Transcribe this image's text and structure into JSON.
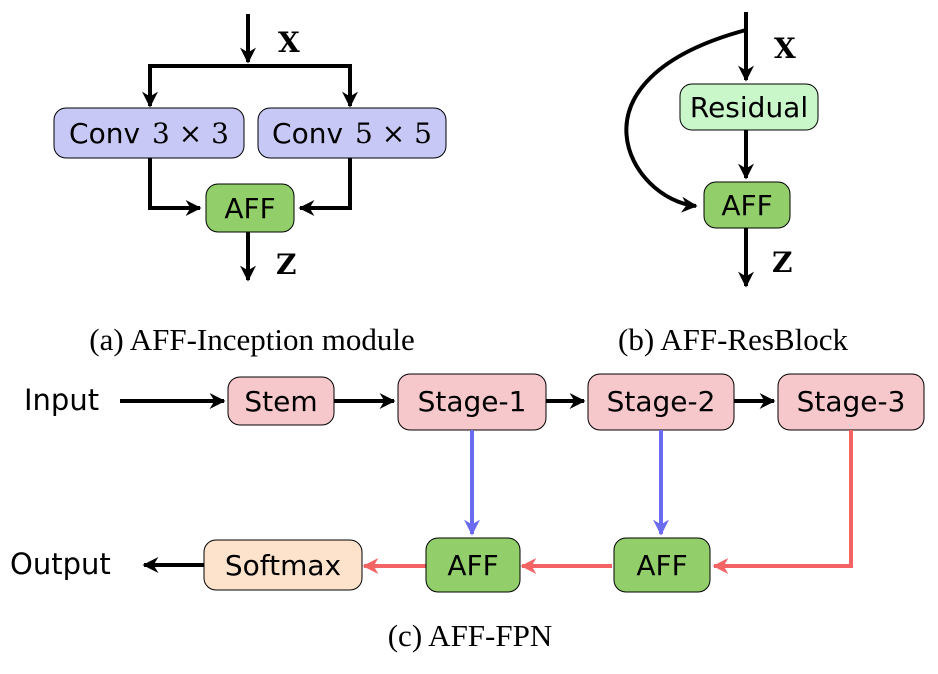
{
  "colors": {
    "conv_fill": "#c8c8f7",
    "residual_fill": "#c9f7c9",
    "aff_fill": "#92cf6a",
    "stage_fill": "#f7c8cb",
    "softmax_fill": "#fde3cc",
    "blue_edge": "#6b6bf2",
    "red_edge": "#f56464",
    "black_edge": "#000000"
  },
  "panel_a": {
    "input_var": "X",
    "output_var": "Z",
    "conv3_prefix": "Conv",
    "conv3_size": "3 × 3",
    "conv5_prefix": "Conv",
    "conv5_size": "5 × 5",
    "aff": "AFF",
    "caption": "(a) AFF-Inception module"
  },
  "panel_b": {
    "input_var": "X",
    "output_var": "Z",
    "residual": "Residual",
    "aff": "AFF",
    "caption": "(b) AFF-ResBlock"
  },
  "panel_c": {
    "input": "Input",
    "output": "Output",
    "stem": "Stem",
    "stage1": "Stage-1",
    "stage2": "Stage-2",
    "stage3": "Stage-3",
    "aff_left": "AFF",
    "aff_right": "AFF",
    "softmax": "Softmax",
    "caption": "(c) AFF-FPN"
  }
}
